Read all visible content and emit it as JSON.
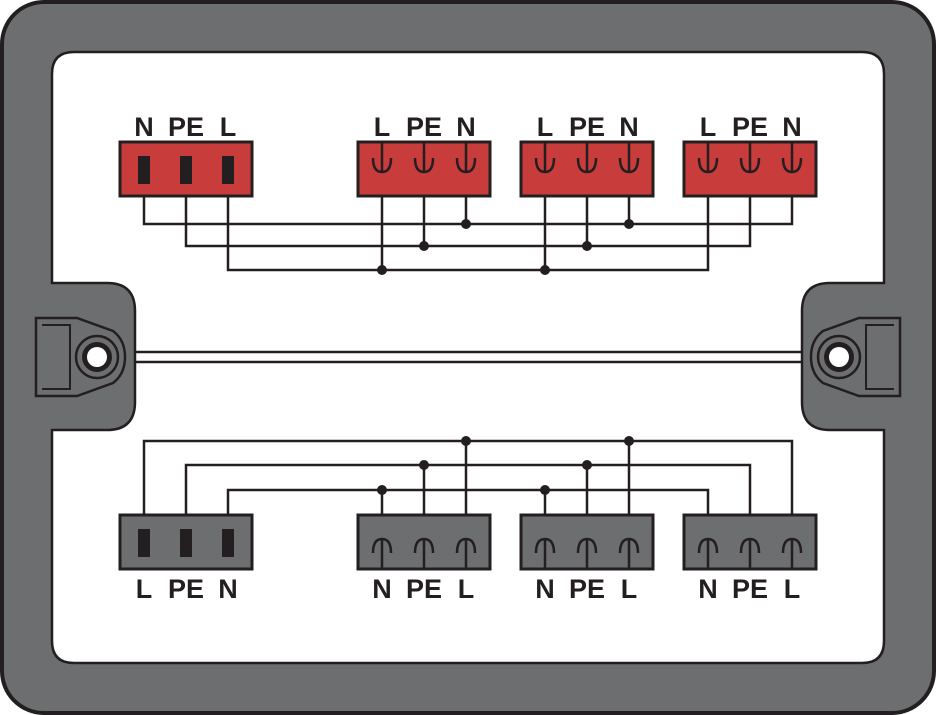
{
  "colors": {
    "housing": "#6d6e70",
    "outline": "#231f20",
    "red": "#c93c3c",
    "panel": "#ffffff",
    "gray_connector": "#6d6e70"
  },
  "top": {
    "connectors": [
      {
        "type": "male",
        "color": "red",
        "labels": [
          "N",
          "PE",
          "L"
        ]
      },
      {
        "type": "female",
        "color": "red",
        "labels": [
          "L",
          "PE",
          "N"
        ]
      },
      {
        "type": "female",
        "color": "red",
        "labels": [
          "L",
          "PE",
          "N"
        ]
      },
      {
        "type": "female",
        "color": "red",
        "labels": [
          "L",
          "PE",
          "N"
        ]
      }
    ]
  },
  "bottom": {
    "connectors": [
      {
        "type": "male",
        "color": "gray",
        "labels": [
          "L",
          "PE",
          "N"
        ]
      },
      {
        "type": "female",
        "color": "gray",
        "labels": [
          "N",
          "PE",
          "L"
        ]
      },
      {
        "type": "female",
        "color": "gray",
        "labels": [
          "N",
          "PE",
          "L"
        ]
      },
      {
        "type": "female",
        "color": "gray",
        "labels": [
          "N",
          "PE",
          "L"
        ]
      }
    ]
  }
}
